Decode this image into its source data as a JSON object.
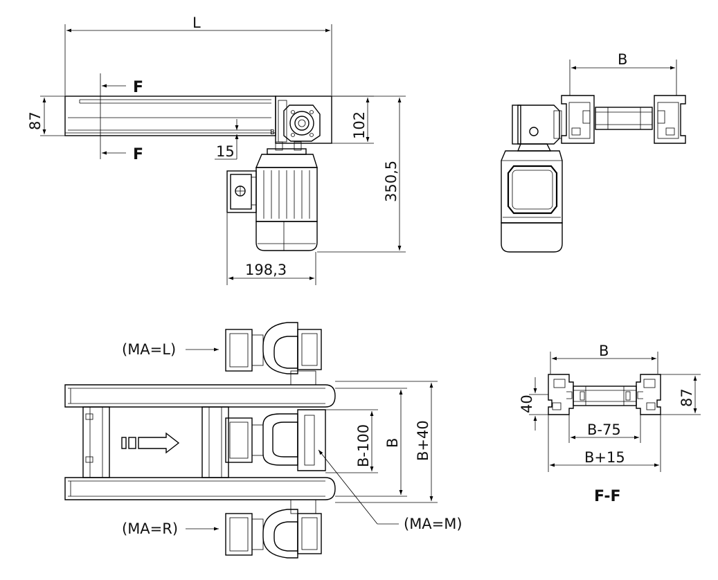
{
  "dimensions": {
    "length": "L",
    "height_87": "87",
    "height_102": "102",
    "offset_15": "15",
    "total_height": "350,5",
    "motor_width": "198,3",
    "width_b_side": "B",
    "width_b_ff": "B",
    "height_87_ff": "87",
    "height_40_ff": "40",
    "b_minus_75": "B-75",
    "b_plus_15": "B+15",
    "b_minus_100": "B-100",
    "b_plan": "B",
    "b_plus_40": "B+40"
  },
  "section_marks": {
    "f_top": "F",
    "f_bottom": "F",
    "section_title": "F-F"
  },
  "motor_positions": {
    "left": "(MA=L)",
    "right": "(MA=R)",
    "middle": "(MA=M)"
  },
  "small_labels": {
    "b_mark": "B"
  }
}
